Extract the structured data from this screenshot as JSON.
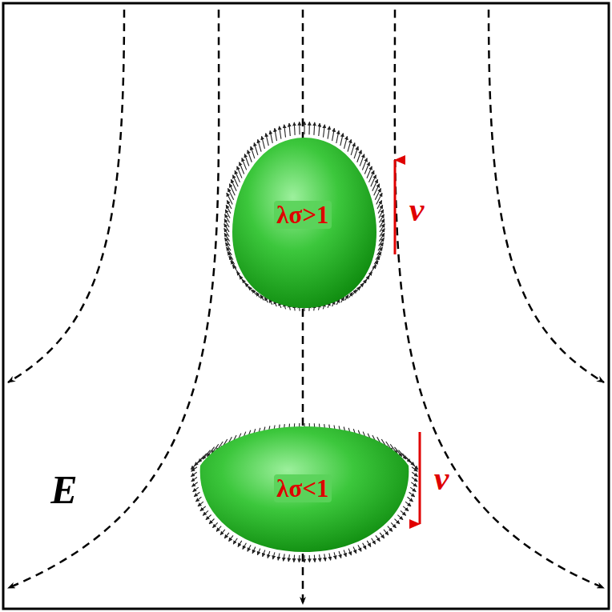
{
  "diagram": {
    "labels": [
      "λσ>1",
      "v",
      "λσ<1",
      "v",
      "E"
    ]
  }
}
